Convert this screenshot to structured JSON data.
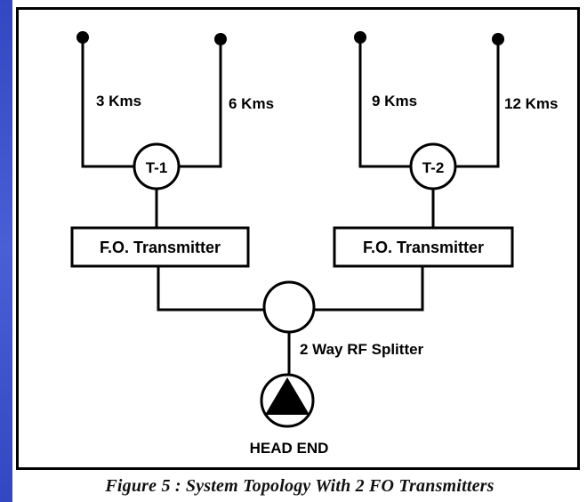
{
  "diagram": {
    "branch_labels": [
      "3 Kms",
      "6 Kms",
      "9 Kms",
      "12 Kms"
    ],
    "tap_labels": [
      "T-1",
      "T-2"
    ],
    "transmitter_label": "F.O. Transmitter",
    "splitter_label": "2 Way RF Splitter",
    "source_label": "HEAD END"
  },
  "caption": "Figure 5 : System Topology With 2 FO Transmitters"
}
